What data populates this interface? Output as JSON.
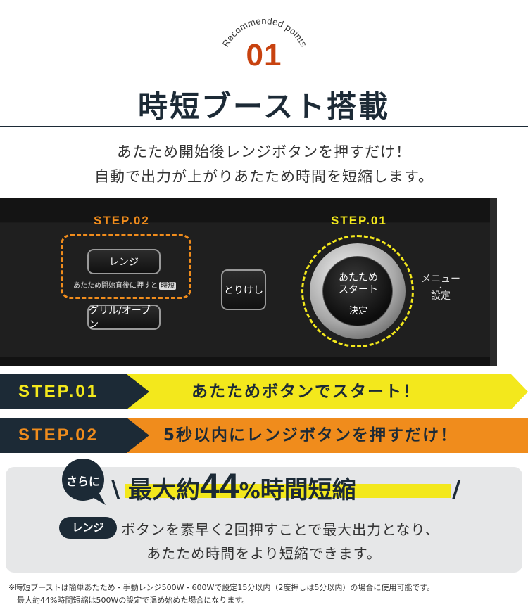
{
  "header": {
    "arc_text": "Recommended points",
    "number": "01",
    "title": "時短ブースト搭載",
    "lead_1": "あたため開始後レンジボタンを押すだけ！",
    "lead_2": "自動で出力が上がりあたため時間を短縮します。"
  },
  "panel": {
    "step_02_label": "STEP.02",
    "step_01_label": "STEP.01",
    "range_button": "レンジ",
    "range_note": "あたため開始直後に押すと",
    "range_note_tag": "時短",
    "grill_button": "グリル/オーブン",
    "cancel_button": "とりけし",
    "dial_line_1": "あたため",
    "dial_line_2": "スタート",
    "dial_line_3": "決定",
    "menu_line_1": "メニュー",
    "menu_dot": "•",
    "menu_line_2": "設定"
  },
  "steps": [
    {
      "label": "STEP.01",
      "message": "あたためボタンでスタート！",
      "color": "#f3e81c"
    },
    {
      "label": "STEP.02",
      "message": "5秒以内にレンジボタンを押すだけ！",
      "color": "#f08c1c"
    }
  ],
  "highlight": {
    "badge": "さらに",
    "slash_left": "\\",
    "claim_prefix": "最大約",
    "claim_number": "44",
    "claim_percent": "%",
    "claim_suffix": "時間短縮",
    "slash_right": "/",
    "range_pill": "レンジ",
    "desc_1": "ボタンを素早く2回押すことで最大出力となり、",
    "desc_2": "あたため時間をより短縮できます。"
  },
  "footnote": {
    "line_1": "※時短ブーストは簡単あたため・手動レンジ500W・600Wで設定15分以内（2度押しは5分以内）の場合に使用可能です。",
    "line_2": "最大約44%時間短縮は500Wの設定で温め始めた場合になります。"
  },
  "colors": {
    "navy": "#1c2a36",
    "accent_red": "#c8420f",
    "step_yellow": "#f3e81c",
    "step_orange": "#f08c1c"
  }
}
